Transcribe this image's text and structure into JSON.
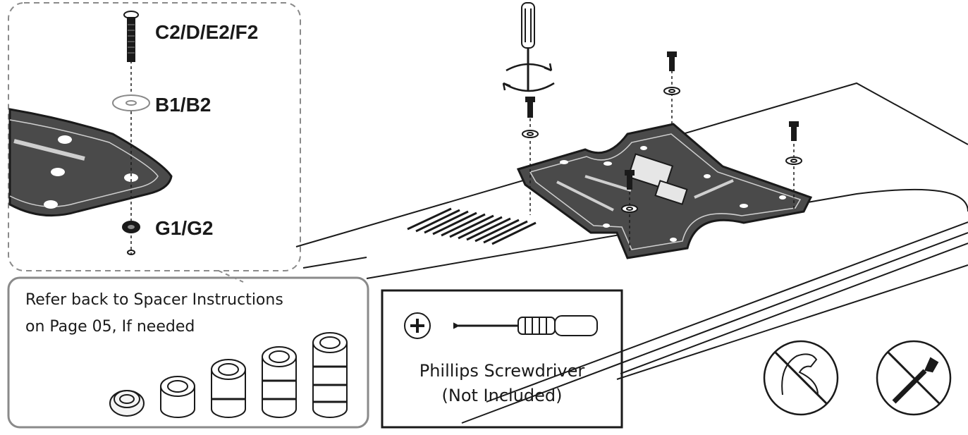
{
  "detail_callout": {
    "parts": [
      {
        "code": "C2/D/E2/F2",
        "item": "screw"
      },
      {
        "code": "B1/B2",
        "item": "washer"
      },
      {
        "code": "G1/G2",
        "item": "nut"
      }
    ]
  },
  "spacer_note": {
    "line1": "Refer back to Spacer Instructions",
    "line2": "on Page 05, If needed"
  },
  "tool_box": {
    "name": "Phillips Screwdriver",
    "status": "(Not Included)",
    "icon": "phillips-plus-icon"
  },
  "warnings": [
    {
      "icon": "no-force-icon"
    },
    {
      "icon": "no-power-tool-icon"
    }
  ],
  "colors": {
    "line": "#1a1a1a",
    "plate_fill": "#3a3a3a",
    "frame": "#8a8a8a"
  }
}
